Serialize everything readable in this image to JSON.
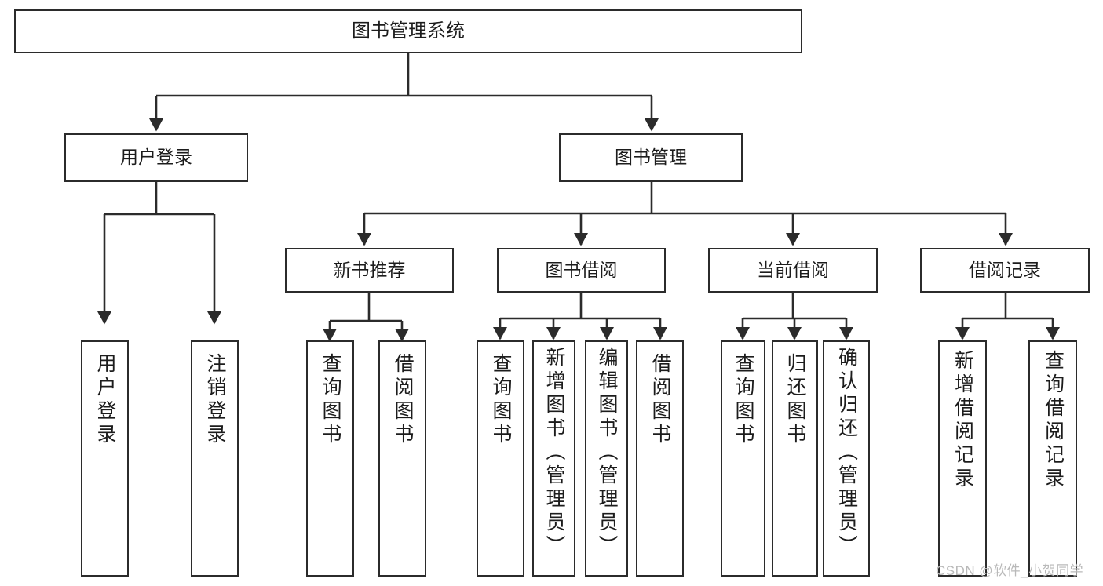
{
  "diagram": {
    "title": "图书管理系统",
    "type": "hierarchy-tree",
    "watermark": "CSDN @软件_小贺同学",
    "colors": {
      "box_border": "#2b2b2b",
      "box_fill": "#ffffff",
      "edge": "#2b2b2b",
      "text": "#1c1c1c",
      "watermark": "#b9b9b9",
      "background": "#ffffff"
    }
  },
  "nodes": {
    "root": {
      "label": "图书管理系统"
    },
    "level2": [
      {
        "label": "用户登录"
      },
      {
        "label": "图书管理"
      }
    ],
    "level3": [
      {
        "label": "新书推荐"
      },
      {
        "label": "图书借阅"
      },
      {
        "label": "当前借阅"
      },
      {
        "label": "借阅记录"
      }
    ],
    "leaves": {
      "user_login": [
        {
          "label": "用户登录"
        },
        {
          "label": "注销登录"
        }
      ],
      "new_book_recommend": [
        {
          "label": "查询图书"
        },
        {
          "label": "借阅图书"
        }
      ],
      "book_borrow": [
        {
          "label": "查询图书"
        },
        {
          "label": "新增图书（管理员）"
        },
        {
          "label": "编辑图书（管理员）"
        },
        {
          "label": "借阅图书"
        }
      ],
      "current_borrow": [
        {
          "label": "查询图书"
        },
        {
          "label": "归还图书"
        },
        {
          "label": "确认归还（管理员）"
        }
      ],
      "borrow_record": [
        {
          "label": "新增借阅记录"
        },
        {
          "label": "查询借阅记录"
        }
      ]
    }
  }
}
